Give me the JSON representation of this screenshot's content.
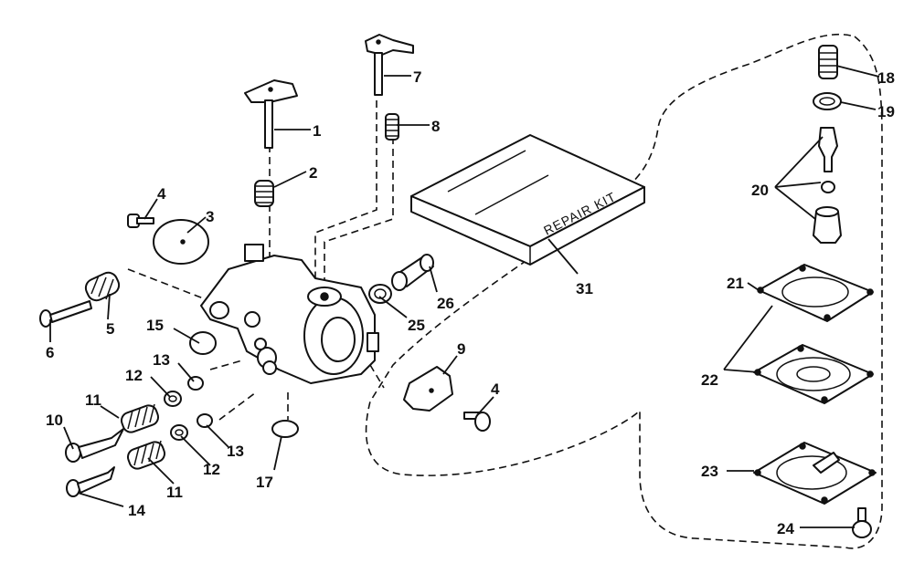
{
  "callouts": {
    "c1": "1",
    "c2": "2",
    "c3": "3",
    "c4a": "4",
    "c4b": "4",
    "c5": "5",
    "c6": "6",
    "c7": "7",
    "c8": "8",
    "c9": "9",
    "c10": "10",
    "c11a": "11",
    "c11b": "11",
    "c12a": "12",
    "c12b": "12",
    "c13a": "13",
    "c13b": "13",
    "c14": "14",
    "c15": "15",
    "c17": "17",
    "c18": "18",
    "c19": "19",
    "c20": "20",
    "c21": "21",
    "c22": "22",
    "c23": "23",
    "c24": "24",
    "c25": "25",
    "c26": "26",
    "c31": "31"
  },
  "repair_kit_label": "REPAIR KIT"
}
